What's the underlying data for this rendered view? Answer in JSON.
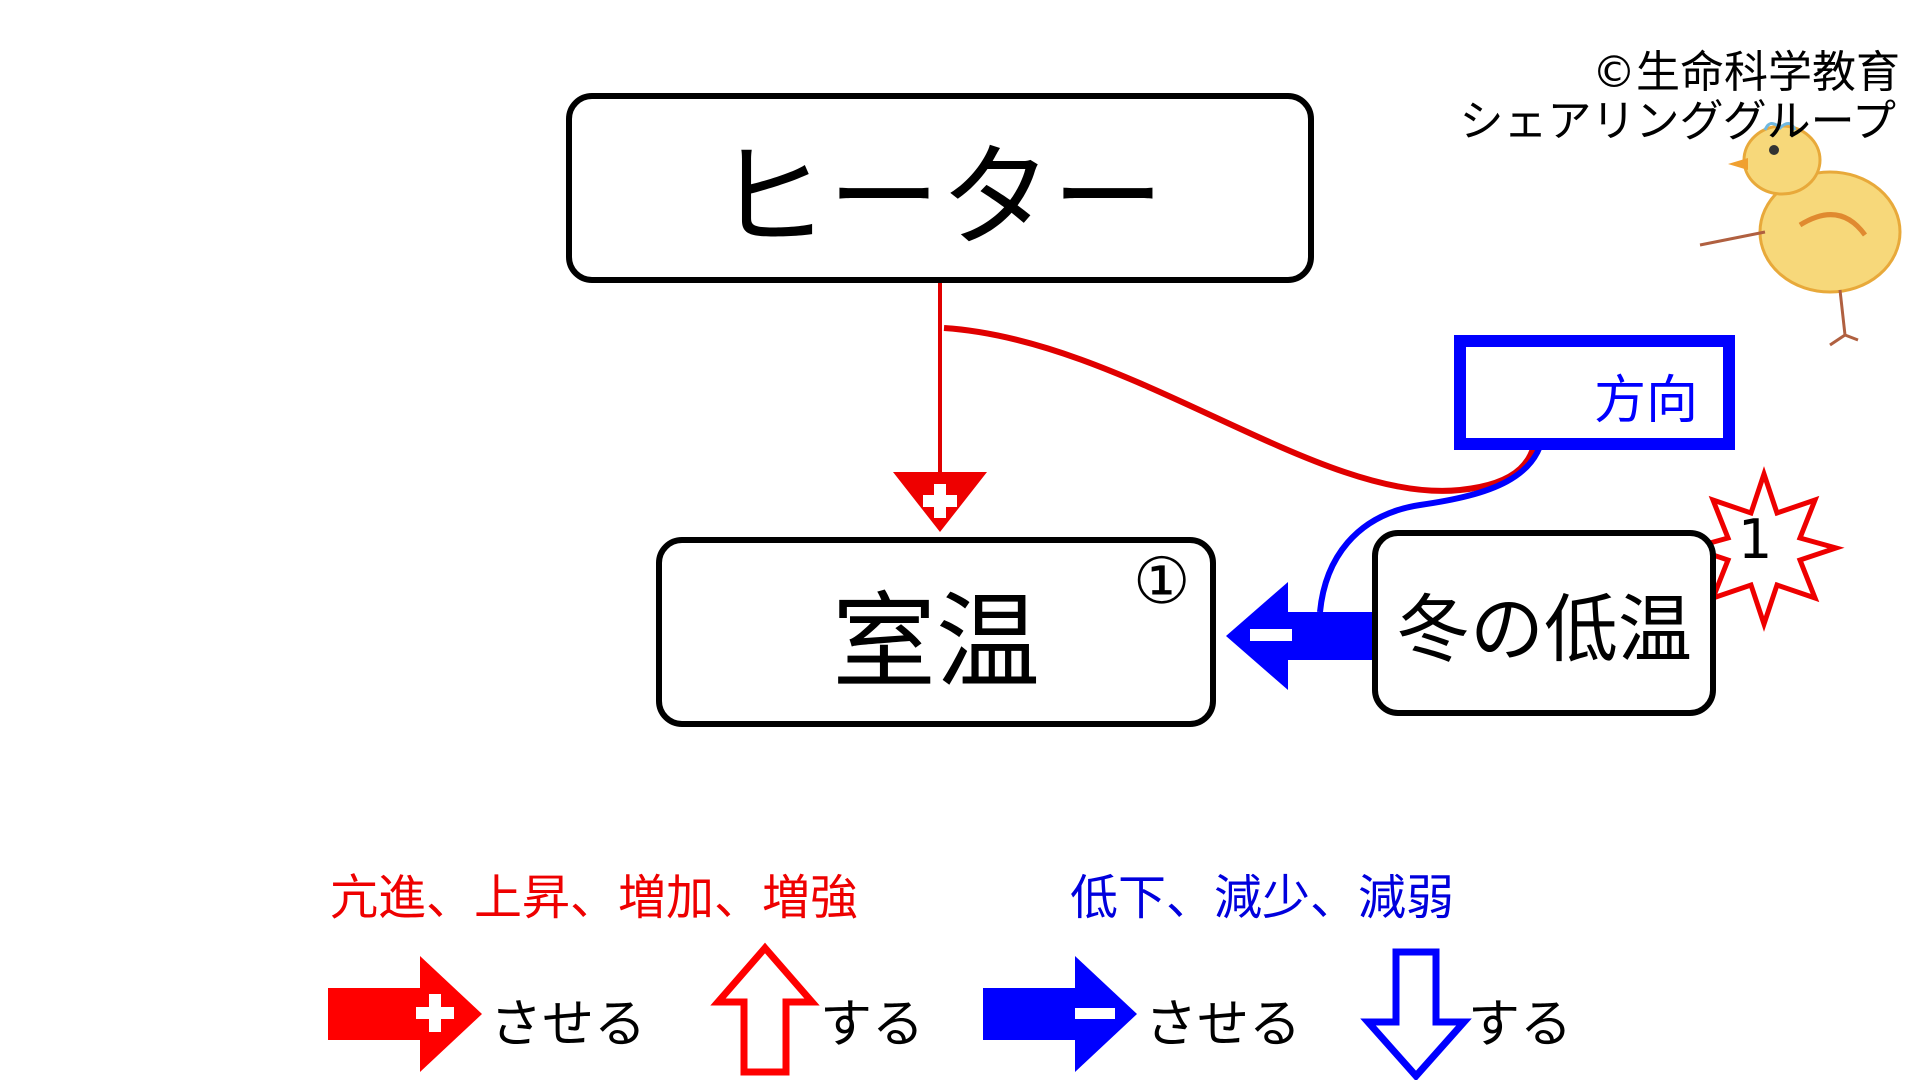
{
  "credit": {
    "line1": "©生命科学教育",
    "line2": "シェアリンググループ"
  },
  "nodes": {
    "heater": "ヒーター",
    "room_temp": "室温",
    "winter_cold": "冬の低温"
  },
  "room_marker": "①",
  "direction_label": "方向",
  "event_badge": "1",
  "legend": {
    "increase_words": "亢進、上昇、増加、増強",
    "decrease_words": "低下、減少、減弱",
    "positive_effect": "させる",
    "increase": "する",
    "negative_effect": "させる",
    "decrease": "する"
  },
  "colors": {
    "positive": "#ff0000",
    "negative": "#0000ff",
    "box_border": "#000000"
  }
}
